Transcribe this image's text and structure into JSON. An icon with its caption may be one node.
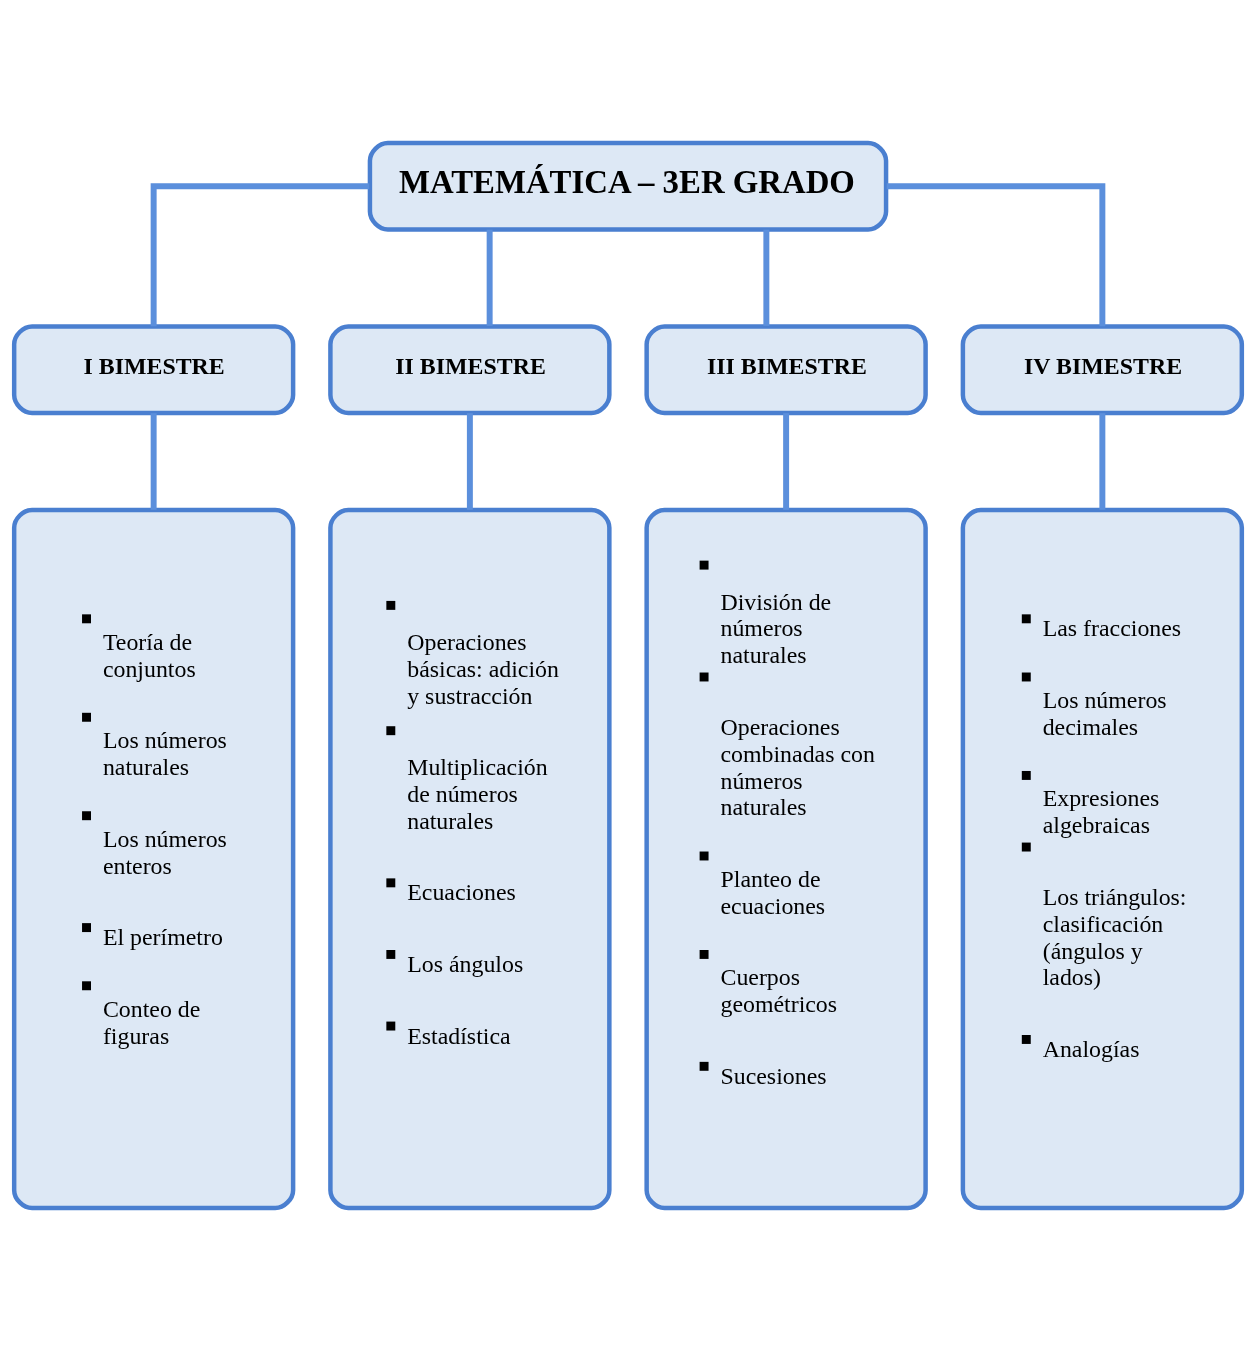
{
  "diagram": {
    "nodes": [
      {
        "text": [
          "MATEMÁTICA – 3ER GRADO"
        ]
      },
      {
        "text": [
          "I BIMESTRE"
        ]
      },
      {
        "text": [
          "II BIMESTRE"
        ]
      },
      {
        "text": [
          "III BIMESTRE"
        ]
      },
      {
        "text": [
          "IV BIMESTRE"
        ]
      },
      {
        "text": [
          "Teoría de conjuntos",
          "Los números naturales",
          "Los números enteros",
          "El perímetro",
          "Conteo de figuras"
        ]
      },
      {
        "text": [
          "Operaciones básicas: adición y sustracción",
          "Multiplicación de números naturales",
          "Ecuaciones",
          "Los ángulos",
          "Estadística"
        ]
      },
      {
        "text": [
          "División de números naturales",
          "Operaciones combinadas con números naturales",
          "Planteo de ecuaciones",
          "Cuerpos geométricos",
          "Sucesiones"
        ]
      },
      {
        "text": [
          "Las fracciones",
          "Los números decimales",
          "Expresiones algebraicas",
          "Los triángulos: clasificación (ángulos y lados)",
          "Analogías"
        ]
      }
    ],
    "edges": [
      {
        "from": 0,
        "to": 1,
        "arrow": "none"
      },
      {
        "from": 0,
        "to": 2,
        "arrow": "none"
      },
      {
        "from": 0,
        "to": 3,
        "arrow": "none"
      },
      {
        "from": 0,
        "to": 4,
        "arrow": "none"
      },
      {
        "from": 1,
        "to": 5,
        "arrow": "none"
      },
      {
        "from": 2,
        "to": 6,
        "arrow": "none"
      },
      {
        "from": 3,
        "to": 7,
        "arrow": "none"
      },
      {
        "from": 4,
        "to": 8,
        "arrow": "none"
      }
    ]
  }
}
